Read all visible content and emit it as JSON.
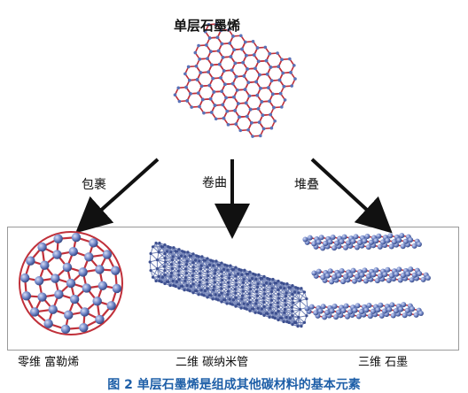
{
  "title": "单层石墨烯",
  "arrows": [
    {
      "label": "包裹"
    },
    {
      "label": "卷曲"
    },
    {
      "label": "堆叠"
    }
  ],
  "products": [
    {
      "label": "零维 富勒烯"
    },
    {
      "label": "二维 碳纳米管"
    },
    {
      "label": "三维 石墨"
    }
  ],
  "caption": "图 2   单层石墨烯是组成其他碳材料的基本元素",
  "colors": {
    "bond": "#c0303a",
    "atom": "#5a72b8",
    "atom_light": "#a9b6e0",
    "caption": "#1e5fa8"
  }
}
